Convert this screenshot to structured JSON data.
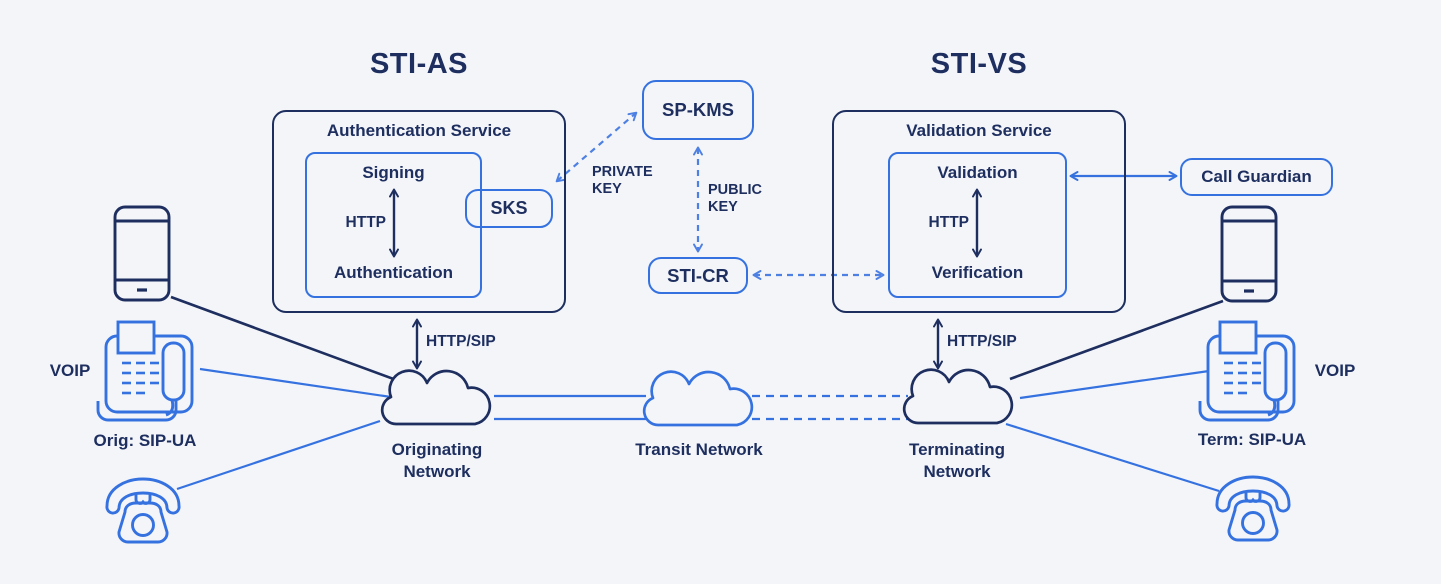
{
  "colors": {
    "bg": "#f3f5f9",
    "navy": "#1d2e5f",
    "blue": "#3572e0",
    "dashblue": "#4d80e2"
  },
  "titles": {
    "sti_as": "STI-AS",
    "sti_vs": "STI-VS"
  },
  "auth": {
    "service": "Authentication Service",
    "top": "Signing",
    "protocol": "HTTP",
    "bottom": "Authentication",
    "sks": "SKS"
  },
  "val": {
    "service": "Validation Service",
    "top": "Validation",
    "protocol": "HTTP",
    "bottom": "Verification"
  },
  "nodes": {
    "sp_kms": "SP-KMS",
    "sti_cr": "STI-CR",
    "call_guardian": "Call Guardian"
  },
  "key_labels": {
    "private": "PRIVATE KEY",
    "public": "PUBLIC KEY"
  },
  "link_labels": {
    "left": "HTTP/SIP",
    "right": "HTTP/SIP"
  },
  "clouds": {
    "originating": "Originating Network",
    "transit": "Transit Network",
    "terminating": "Terminating Network"
  },
  "endpoints": {
    "voip_left": "VOIP",
    "orig_sip": "Orig: SIP-UA",
    "voip_right": "VOIP",
    "term_sip": "Term: SIP-UA"
  }
}
